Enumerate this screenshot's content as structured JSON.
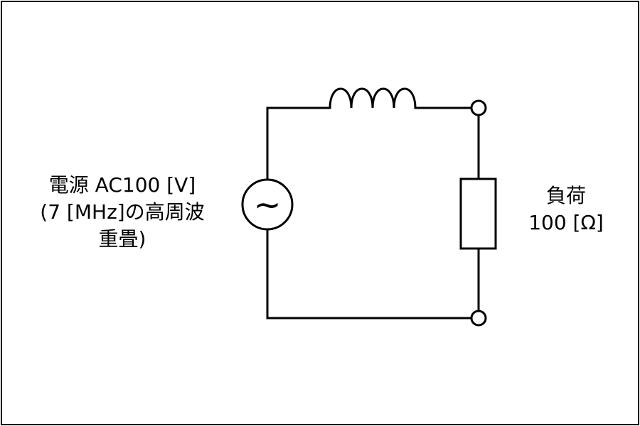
{
  "source": {
    "lines": [
      "電源 AC100 [V]",
      "(7 [MHz]の高周波",
      "重畳)"
    ],
    "symbol": "~"
  },
  "load": {
    "lines": [
      "負荷",
      "100 [Ω]"
    ]
  }
}
